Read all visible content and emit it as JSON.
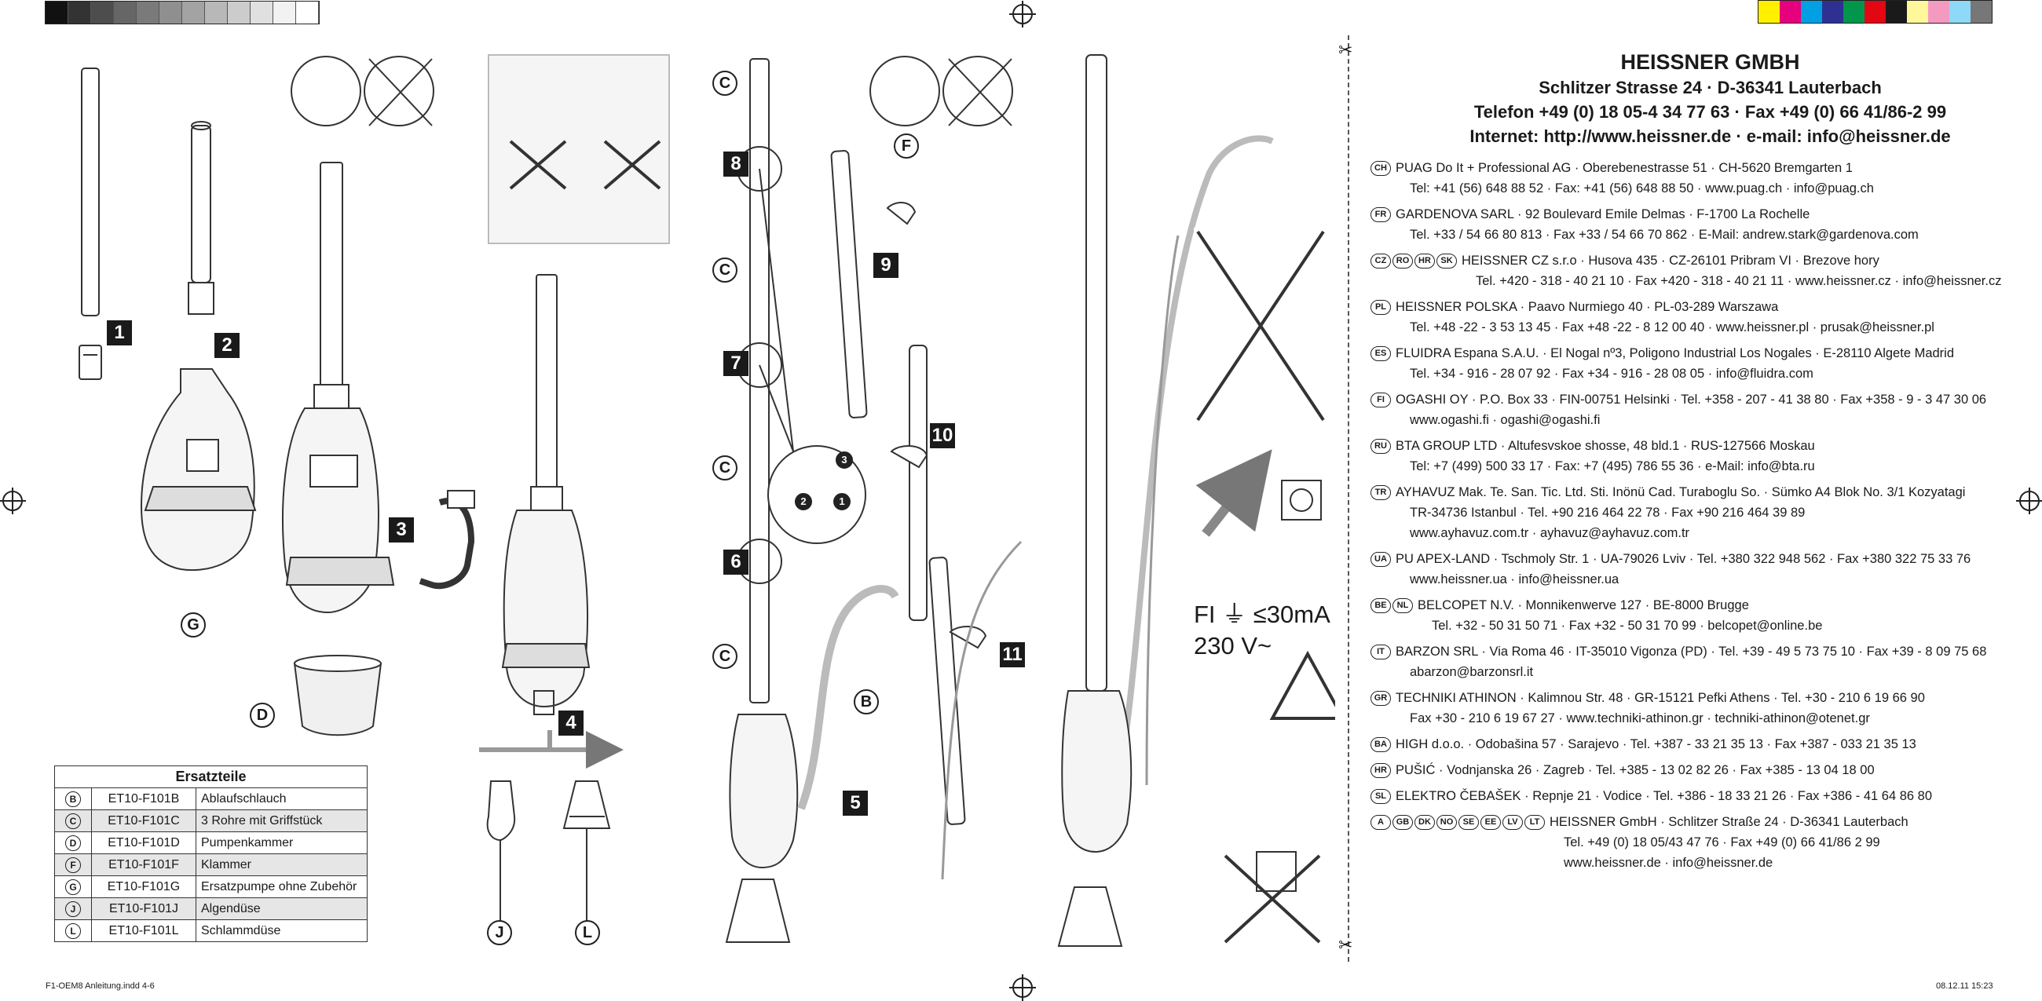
{
  "colors": {
    "greys": [
      "#111111",
      "#333333",
      "#4d4d4d",
      "#666666",
      "#7a7a7a",
      "#8f8f8f",
      "#a3a3a3",
      "#b8b8b8",
      "#cccccc",
      "#e0e0e0",
      "#f2f2f2",
      "#ffffff"
    ],
    "process": [
      "#fff000",
      "#e6007e",
      "#00a0e3",
      "#2e3192",
      "#00964b",
      "#e30613",
      "#1a1a1a",
      "#fff799",
      "#f49ac1",
      "#8ed8f8",
      "#777777"
    ]
  },
  "steps": [
    "1",
    "2",
    "3",
    "4",
    "5",
    "6",
    "7",
    "8",
    "9",
    "10",
    "11"
  ],
  "sub_steps": [
    "1",
    "2",
    "3"
  ],
  "part_letters": {
    "b": "B",
    "c": "C",
    "d": "D",
    "f": "F",
    "g": "G",
    "j": "J",
    "l": "L"
  },
  "parts_table": {
    "title": "Ersatzteile",
    "rows": [
      {
        "letter": "B",
        "code": "ET10-F101B",
        "desc": "Ablaufschlauch"
      },
      {
        "letter": "C",
        "code": "ET10-F101C",
        "desc": "3 Rohre mit Griffstück"
      },
      {
        "letter": "D",
        "code": "ET10-F101D",
        "desc": "Pumpenkammer"
      },
      {
        "letter": "F",
        "code": "ET10-F101F",
        "desc": "Klammer"
      },
      {
        "letter": "G",
        "code": "ET10-F101G",
        "desc": "Ersatzpumpe ohne Zubehör"
      },
      {
        "letter": "J",
        "code": "ET10-F101J",
        "desc": "Algendüse"
      },
      {
        "letter": "L",
        "code": "ET10-F101L",
        "desc": "Schlammdüse"
      }
    ]
  },
  "fi": {
    "line1": "FI ⏚ ≤30mA",
    "line2": "230 V~"
  },
  "company": {
    "name": "HEISSNER GMBH",
    "address": "Schlitzer Strasse 24 · D-36341 Lauterbach",
    "phone": "Telefon +49 (0) 18 05-4 34 77 63 · Fax +49 (0) 66 41/86-2 99",
    "web": "Internet: http://www.heissner.de · e-mail: info@heissner.de"
  },
  "contacts": [
    {
      "codes": [
        "CH"
      ],
      "line1": "PUAG Do It + Professional AG · Oberebenestrasse 51 · CH-5620 Bremgarten 1",
      "line2": "Tel: +41 (56) 648 88 52 · Fax: +41 (56) 648 88 50 · www.puag.ch · info@puag.ch"
    },
    {
      "codes": [
        "FR"
      ],
      "line1": "GARDENOVA SARL · 92 Boulevard Emile Delmas · F-1700 La Rochelle",
      "line2": "Tel. +33 / 54 66 80 813 · Fax +33 / 54 66 70 862 · E-Mail: andrew.stark@gardenova.com"
    },
    {
      "codes": [
        "CZ",
        "RO",
        "HR",
        "SK"
      ],
      "line1": "HEISSNER CZ s.r.o · Husova 435 · CZ-26101 Pribram VI · Brezove hory",
      "line2": "Tel. +420 - 318 - 40 21 10 · Fax +420 - 318 - 40 21 11 · www.heissner.cz · info@heissner.cz"
    },
    {
      "codes": [
        "PL"
      ],
      "line1": "HEISSNER POLSKA · Paavo Nurmiego 40 · PL-03-289 Warszawa",
      "line2": "Tel. +48 -22 - 3 53 13 45 · Fax +48 -22 - 8 12 00 40 · www.heissner.pl · prusak@heissner.pl"
    },
    {
      "codes": [
        "ES"
      ],
      "line1": "FLUIDRA Espana S.A.U. · El Nogal nº3, Poligono Industrial Los Nogales · E-28110 Algete Madrid",
      "line2": "Tel. +34 - 916 - 28 07 92 · Fax +34 - 916 - 28 08 05 · info@fluidra.com"
    },
    {
      "codes": [
        "FI"
      ],
      "line1": "OGASHI OY · P.O. Box 33 · FIN-00751 Helsinki · Tel. +358 - 207 - 41 38 80 · Fax +358 - 9 - 3 47 30 06",
      "line2": "www.ogashi.fi · ogashi@ogashi.fi"
    },
    {
      "codes": [
        "RU"
      ],
      "line1": "BTA GROUP LTD · Altufesvskoe shosse, 48 bld.1 · RUS-127566 Moskau",
      "line2": "Tel: +7 (499) 500 33 17 · Fax: +7 (495) 786 55 36 · e-Mail: info@bta.ru"
    },
    {
      "codes": [
        "TR"
      ],
      "line1": "AYHAVUZ Mak. Te. San. Tic. Ltd. Sti. Inönü Cad. Turaboglu So. · Sümko A4 Blok No. 3/1 Kozyatagi",
      "line2": "TR-34736 Istanbul · Tel. +90 216 464 22 78 · Fax +90 216 464 39 89",
      "line3": "www.ayhavuz.com.tr · ayhavuz@ayhavuz.com.tr"
    },
    {
      "codes": [
        "UA"
      ],
      "line1": "PU APEX-LAND · Tschmoly Str. 1 · UA-79026 Lviv · Tel. +380 322 948 562 · Fax +380 322 75 33 76",
      "line2": "www.heissner.ua · info@heissner.ua"
    },
    {
      "codes": [
        "BE",
        "NL"
      ],
      "line1": "BELCOPET N.V. · Monnikenwerve 127 · BE-8000 Brugge",
      "line2": "Tel. +32 - 50 31 50 71 · Fax +32 - 50 31 70 99 · belcopet@online.be"
    },
    {
      "codes": [
        "IT"
      ],
      "line1": "BARZON SRL · Via Roma 46 · IT-35010 Vigonza (PD) · Tel. +39 - 49 5 73 75 10 · Fax +39 - 8 09 75 68",
      "line2": "abarzon@barzonsrl.it"
    },
    {
      "codes": [
        "GR"
      ],
      "line1": "TECHNIKI ATHINON · Kalimnou Str. 48 · GR-15121 Pefki Athens · Tel. +30 - 210 6 19 66 90",
      "line2": "Fax +30 - 210 6 19 67 27 · www.techniki-athinon.gr · techniki-athinon@otenet.gr"
    },
    {
      "codes": [
        "BA"
      ],
      "line1": "HIGH d.o.o. · Odobašina 57 · Sarajevo · Tel. +387 - 33 21 35 13 · Fax +387 - 033 21 35 13"
    },
    {
      "codes": [
        "HR"
      ],
      "line1": "PUŠIĆ · Vodnjanska 26 · Zagreb · Tel. +385 - 13 02 82 26 · Fax +385 - 13 04 18 00"
    },
    {
      "codes": [
        "SL"
      ],
      "line1": "ELEKTRO ČEBAŠEK · Repnje 21 · Vodice · Tel. +386 - 18 33 21 26 · Fax +386 - 41 64 86 80"
    },
    {
      "codes": [
        "A",
        "GB",
        "DK",
        "NO",
        "SE",
        "EE",
        "LV",
        "LT"
      ],
      "line1": "HEISSNER GmbH · Schlitzer Straße 24 · D-36341 Lauterbach",
      "line2": "Tel. +49 (0) 18 05/43 47 76 · Fax +49 (0) 66 41/86 2 99",
      "line3": "www.heissner.de · info@heissner.de"
    }
  ],
  "footer": {
    "left": "F1-OEM8 Anleitung.indd   4-6",
    "right": "08.12.11   15:23"
  }
}
